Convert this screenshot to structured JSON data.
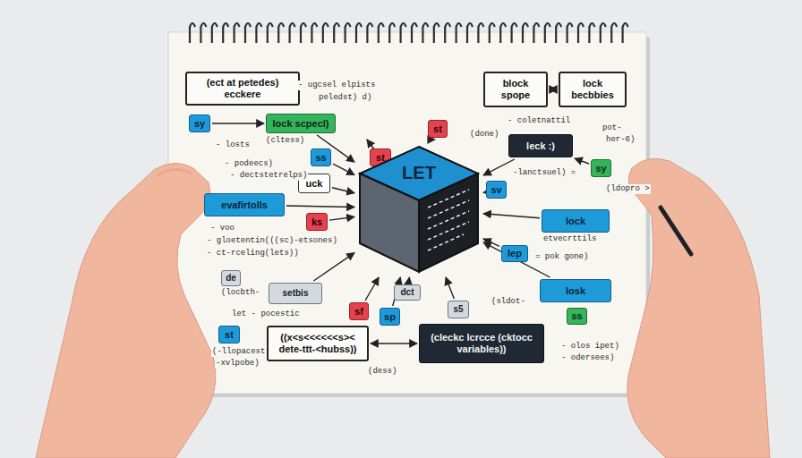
{
  "diagram": {
    "nodes": [
      {
        "text": [
          "(ect at petedes) ecckere"
        ]
      },
      {
        "text": [
          "lock scpecl)"
        ]
      },
      {
        "text": [
          "st"
        ]
      },
      {
        "text": [
          "block spope"
        ]
      },
      {
        "text": [
          "lock becbbies"
        ]
      },
      {
        "text": [
          "sy"
        ]
      },
      {
        "text": [
          "leck :)"
        ]
      },
      {
        "text": [
          "ss"
        ]
      },
      {
        "text": [
          "st"
        ]
      },
      {
        "text": [
          "sy"
        ]
      },
      {
        "text": [
          "sv"
        ]
      },
      {
        "text": [
          "uck"
        ]
      },
      {
        "text": [
          "evafirtolls"
        ]
      },
      {
        "text": [
          "ks"
        ]
      },
      {
        "text": [
          "lock"
        ]
      },
      {
        "text": [
          "LET"
        ]
      },
      {
        "text": [
          "lep"
        ]
      },
      {
        "text": [
          "de"
        ]
      },
      {
        "text": [
          "setbis"
        ]
      },
      {
        "text": [
          "dct"
        ]
      },
      {
        "text": [
          "losk"
        ]
      },
      {
        "text": [
          "ss"
        ]
      },
      {
        "text": [
          "sf"
        ]
      },
      {
        "text": [
          "sp"
        ]
      },
      {
        "text": [
          "s5"
        ]
      },
      {
        "text": [
          "st"
        ]
      },
      {
        "text": [
          "((x<s<<<<<<s>< dete-ttt-<hubss))"
        ]
      },
      {
        "text": [
          "(cleckc lcrcce (cktocc variables))"
        ]
      }
    ],
    "edges": [
      {
        "from": 5,
        "to": 1,
        "arrow": "to"
      },
      {
        "from": 1,
        "to": 15,
        "arrow": "to"
      },
      {
        "from": 2,
        "to": 15,
        "arrow": "to"
      },
      {
        "from": 3,
        "to": 4,
        "arrow": "both"
      },
      {
        "from": 6,
        "to": 15,
        "arrow": "to"
      },
      {
        "from": 7,
        "to": 15,
        "arrow": "to"
      },
      {
        "from": 8,
        "to": 15,
        "arrow": "to"
      },
      {
        "from": 9,
        "to": 6,
        "arrow": "to"
      },
      {
        "from": 10,
        "to": 15,
        "arrow": "to"
      },
      {
        "from": 11,
        "to": 15,
        "arrow": "to"
      },
      {
        "from": 12,
        "to": 15,
        "arrow": "to"
      },
      {
        "from": 13,
        "to": 15,
        "arrow": "to"
      },
      {
        "from": 14,
        "to": 15,
        "arrow": "to"
      },
      {
        "from": 16,
        "to": 15,
        "arrow": "to"
      },
      {
        "from": 18,
        "to": 15,
        "arrow": "to"
      },
      {
        "from": 19,
        "to": 15,
        "arrow": "to"
      },
      {
        "from": 20,
        "to": 15,
        "arrow": "to"
      },
      {
        "from": 22,
        "to": 15,
        "arrow": "to"
      },
      {
        "from": 23,
        "to": 15,
        "arrow": "to"
      },
      {
        "from": 24,
        "to": 15,
        "arrow": "to"
      },
      {
        "from": 26,
        "to": 27,
        "arrow": "both"
      }
    ],
    "labels": [
      "- ugcsel elpists",
      "peledst) d)",
      "- losts",
      "(cltess)",
      "(done)",
      "- coletnattil",
      "pot-",
      "her-6)",
      "- podeecs)",
      "- dectstetrelps)",
      "-lanctsuel) =",
      "(ldopro >",
      "- voo",
      "- gloetentin(((sc)-etsones)",
      "- ct-rceling(lets))",
      "etvecrttils",
      "= pok gone)",
      "(locbth-",
      "let - pocestic",
      "(sldot-",
      "(-llopacest",
      "-xvlpobe)",
      "- olos ipet)",
      "- odersees)",
      "(dess)"
    ]
  }
}
